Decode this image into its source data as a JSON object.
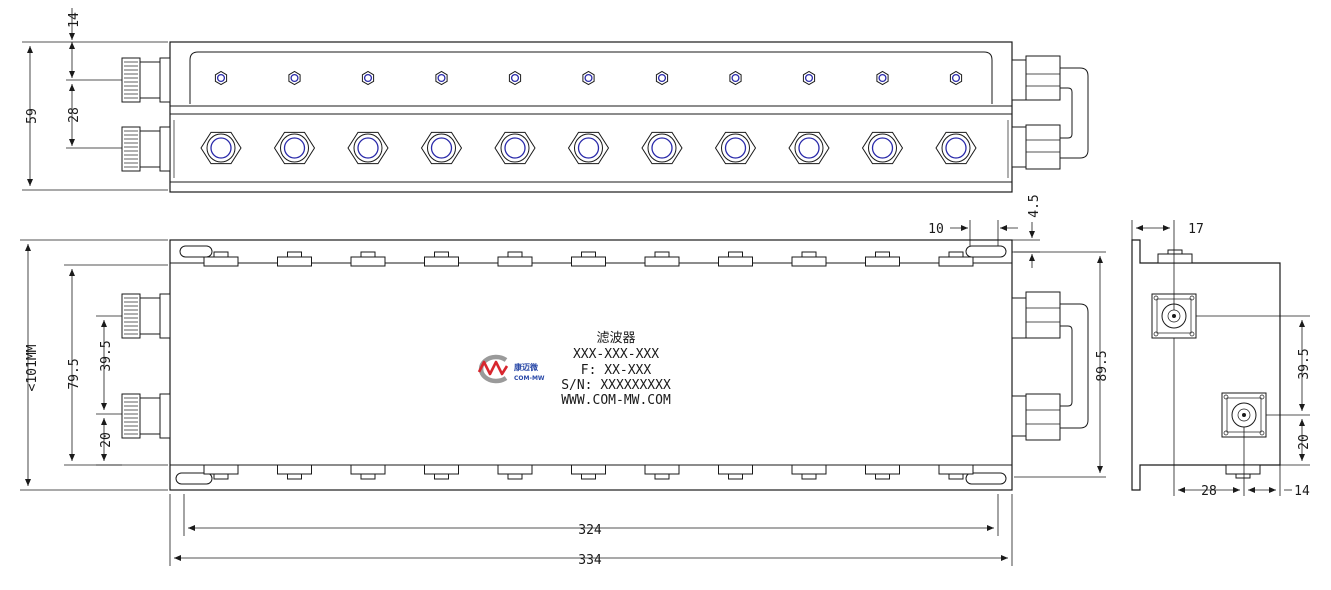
{
  "label": {
    "title": "滤波器",
    "model": "XXX-XXX-XXX",
    "freq": "F: XX-XXX",
    "serial": "S/N: XXXXXXXXX",
    "website": "WWW.COM-MW.COM"
  },
  "logo": {
    "icon": "com-mw-logo-icon",
    "mark": "MW",
    "cn_name": "康迈微",
    "en_name": "COM-MW",
    "colors": {
      "ring": "#9a9a9a",
      "red": "#d8262e",
      "blue": "#2b4aa8"
    }
  },
  "dimensions": {
    "top_view": {
      "height_59": "59",
      "offset_14": "14",
      "spacing_28": "28"
    },
    "front_view": {
      "height_101": "<101MM",
      "mount_79_5": "79.5",
      "port_39_5": "39.5",
      "port_20": "20",
      "right_89_5": "89.5",
      "right_10": "10",
      "right_4_5": "4.5",
      "length_324": "324",
      "length_334": "334"
    },
    "side_view": {
      "top_17": "17",
      "right_39_5": "39.5",
      "right_20": "20",
      "bottom_28": "28",
      "bottom_14": "14"
    }
  },
  "counts": {
    "tuning_screws": 11,
    "cavity_nuts": 11,
    "top_flanges": 11,
    "bottom_flanges": 11
  }
}
